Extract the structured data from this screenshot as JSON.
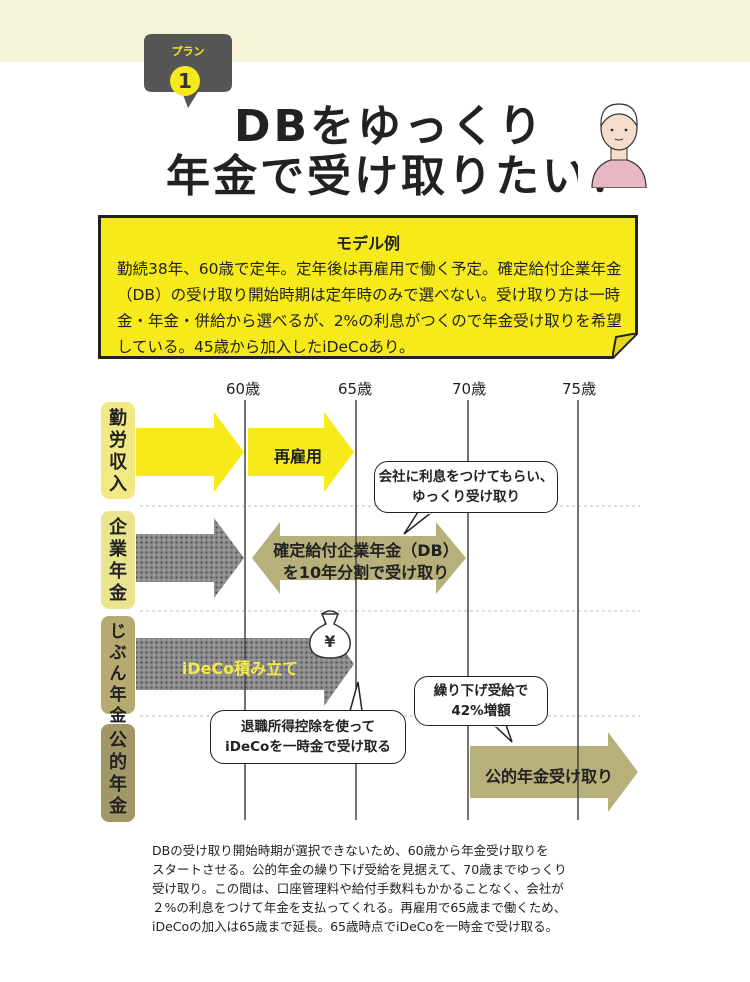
{
  "header": {
    "badge_label": "プラン",
    "badge_number": "1",
    "title_line1": "DBをゆっくり",
    "title_line2": "年金で受け取りたい！"
  },
  "model_example": {
    "heading": "モデル例",
    "body": "勤続38年、60歳で定年。定年後は再雇用で働く予定。確定給付企業年金（DB）の受け取り開始時期は定年時のみで選べない。受け取り方は一時金・年金・併給から選べるが、2%の利息がつくので年金受け取りを希望している。45歳から加入したiDeCoあり。"
  },
  "timeline": {
    "years": [
      "60歳",
      "65歳",
      "70歳",
      "75歳"
    ],
    "rows": [
      {
        "label": "勤労収入"
      },
      {
        "label": "企業年金"
      },
      {
        "label": "じぶん年金"
      },
      {
        "label": "公的年金"
      }
    ],
    "arrows": {
      "rehire": "再雇用",
      "db_line1": "確定給付企業年金（DB）",
      "db_line2": "を10年分割で受け取り",
      "ideco": "iDeCo積み立て",
      "public_pension": "公的年金受け取り"
    },
    "bubbles": {
      "interest_line1": "会社に利息をつけてもらい、",
      "interest_line2": "ゆっくり受け取り",
      "deferral_line1": "繰り下げ受給で",
      "deferral_line2": "42%増額",
      "lump_line1": "退職所得控除を使って",
      "lump_line2": "iDeCoを一時金で受け取る"
    },
    "moneybag_symbol": "¥"
  },
  "caption": {
    "line1": "DBの受け取り開始時期が選択できないため、60歳から年金受け取りを",
    "line2": "スタートさせる。公的年金の繰り下げ受給を見据えて、70歳までゆっくり",
    "line3": "受け取り。この間は、口座管理料や給付手数料もかかることなく、会社が",
    "line4": "２%の利息をつけて年金を支払ってくれる。再雇用で65歳まで働くため、",
    "line5": "iDeCoの加入は65歳まで延長。65歳時点でiDeCoを一時金で受け取る。"
  },
  "colors": {
    "yellow": "#f7ea1b",
    "khaki": "#b8b07a",
    "top_band": "#f5f3d6",
    "badge_dark": "#555555"
  }
}
